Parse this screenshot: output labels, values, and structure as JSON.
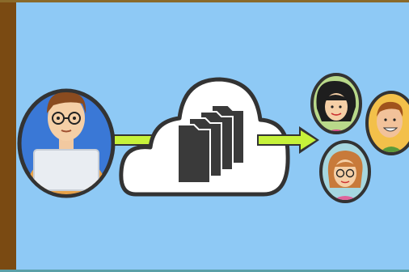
{
  "colors": {
    "background": "#8ec9f5",
    "frame": "#7a4a12",
    "arrow": "#c6f23a",
    "outline": "#333333",
    "cloud": "#ffffff",
    "files": "#3a3a3a"
  },
  "nodes": {
    "sender": {
      "icon": "user-with-laptop-icon"
    },
    "cloud": {
      "icon": "cloud-storage-icon",
      "contents": "stacked-files-icon"
    },
    "recipients": [
      {
        "icon": "woman-dark-hair-avatar-icon",
        "bg": "#b9d98a"
      },
      {
        "icon": "man-smiling-avatar-icon",
        "bg": "#f3c04a"
      },
      {
        "icon": "woman-glasses-avatar-icon",
        "bg": "#a6d7e0"
      }
    ]
  },
  "arrows": [
    {
      "from": "sender",
      "to": "cloud"
    },
    {
      "from": "cloud",
      "to": "recipients"
    }
  ]
}
